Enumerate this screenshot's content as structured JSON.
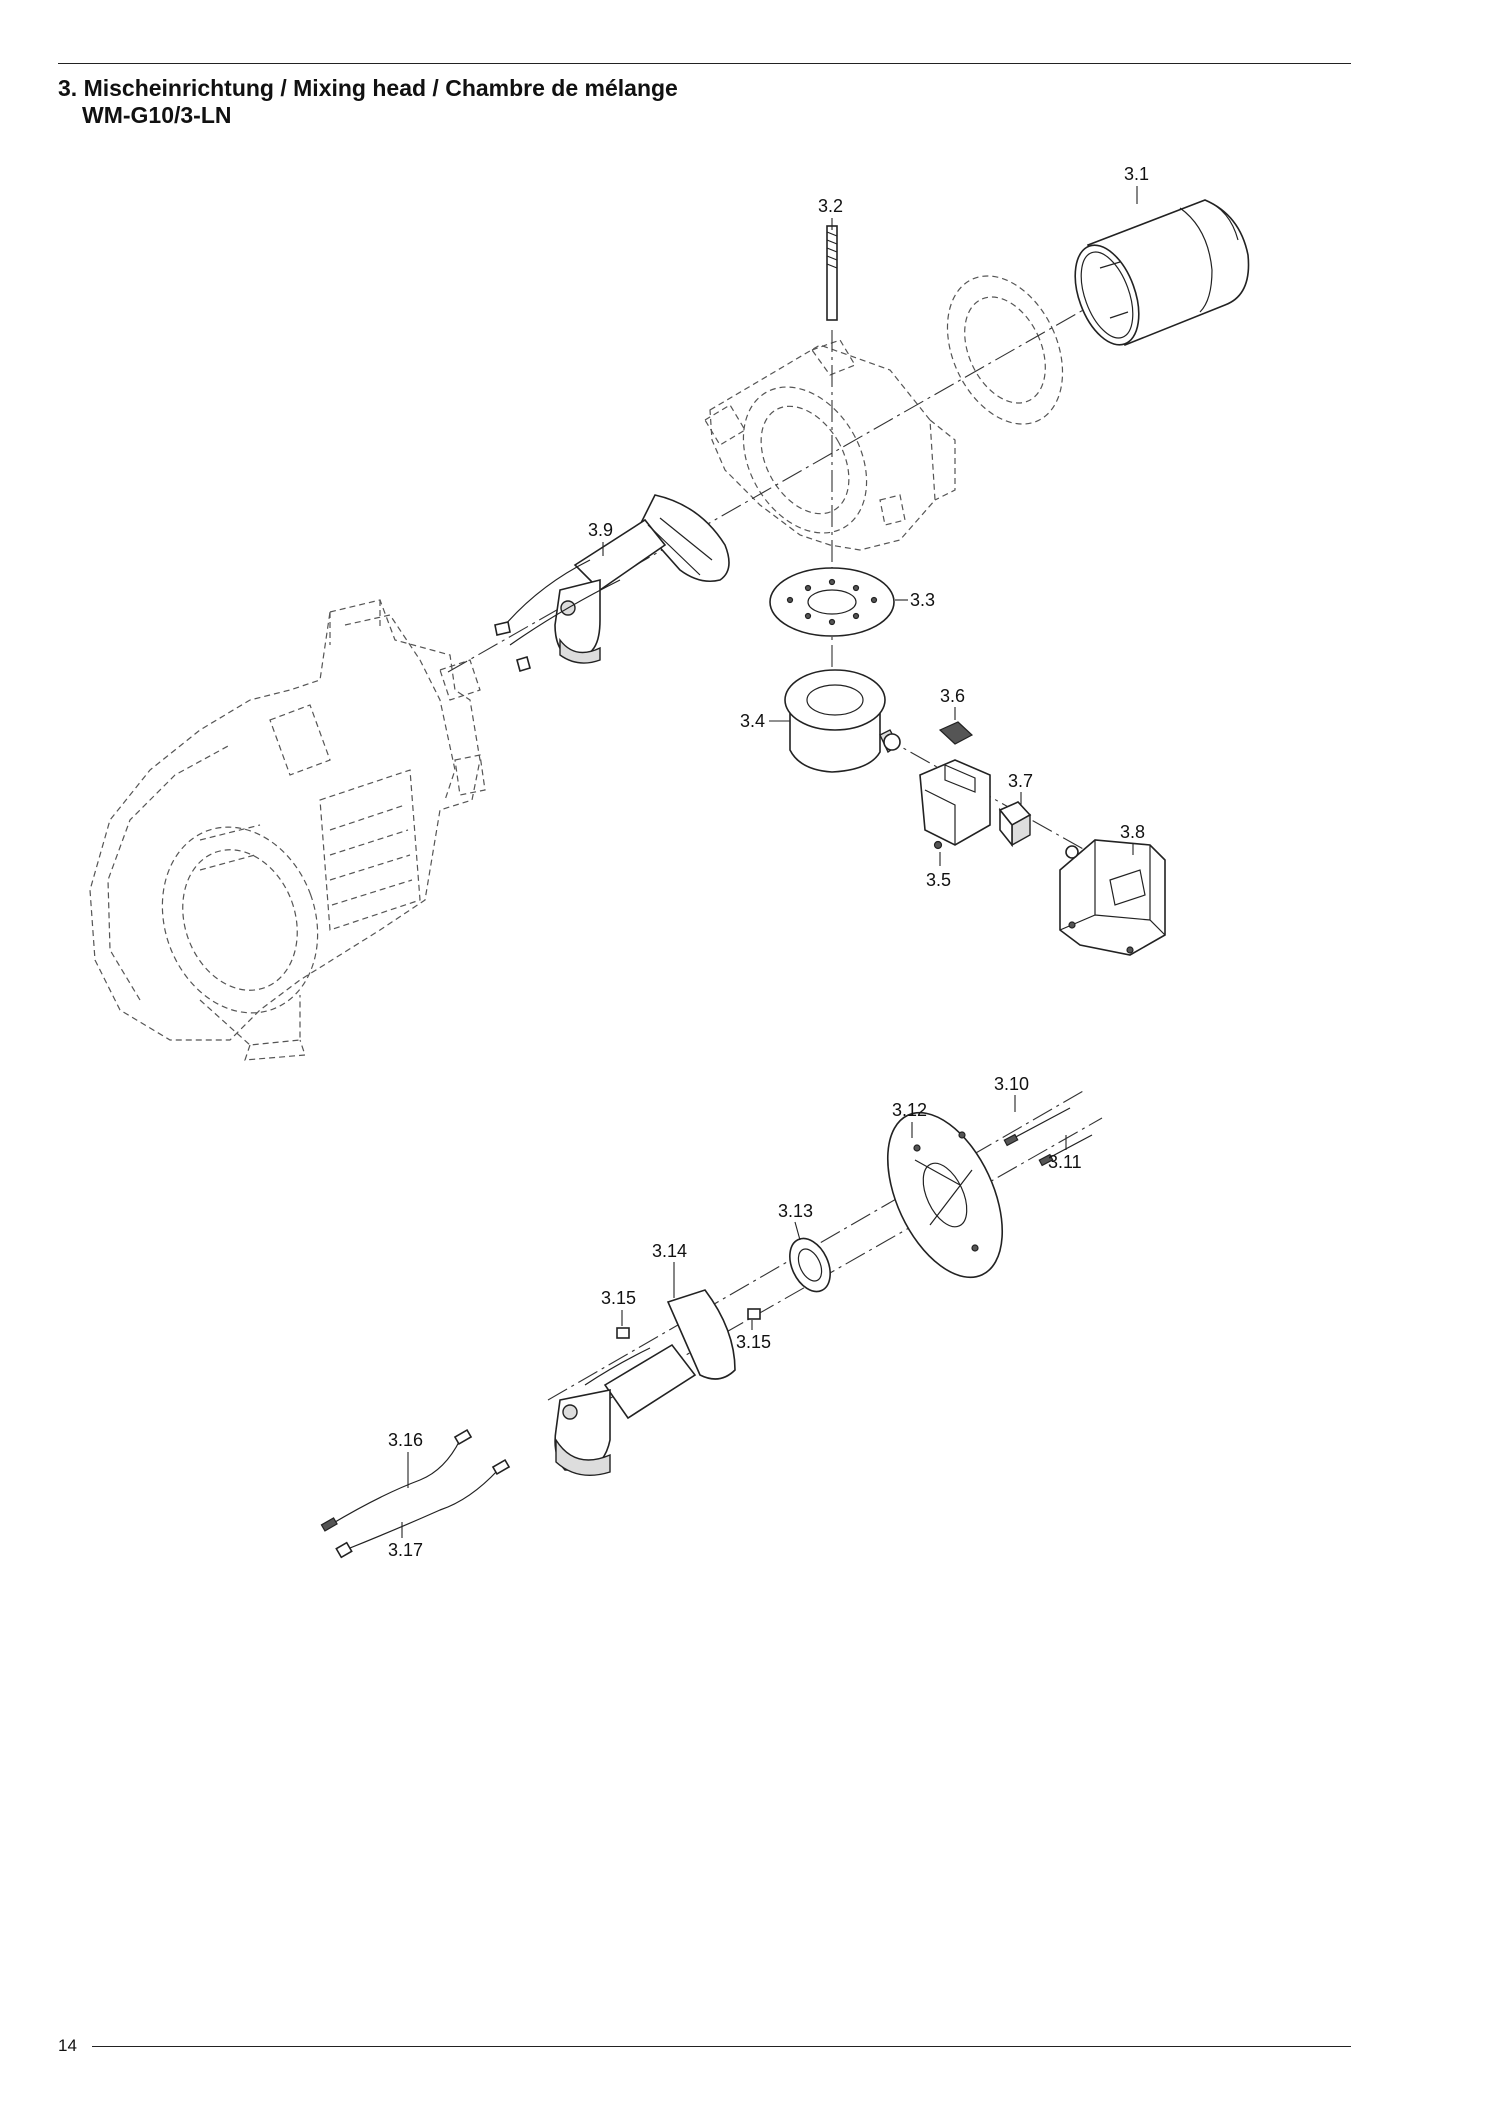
{
  "header": {
    "title_line1": "3. Mischeinrichtung / Mixing head / Chambre de mélange",
    "title_line2": "WM-G10/3-LN"
  },
  "footer": {
    "page_number": "14"
  },
  "labels": {
    "p3_1": "3.1",
    "p3_2": "3.2",
    "p3_3": "3.3",
    "p3_4": "3.4",
    "p3_5": "3.5",
    "p3_6": "3.6",
    "p3_7": "3.7",
    "p3_8": "3.8",
    "p3_9": "3.9",
    "p3_10": "3.10",
    "p3_11": "3.11",
    "p3_12": "3.12",
    "p3_13": "3.13",
    "p3_14": "3.14",
    "p3_15a": "3.15",
    "p3_15b": "3.15",
    "p3_16": "3.16",
    "p3_17": "3.17"
  }
}
